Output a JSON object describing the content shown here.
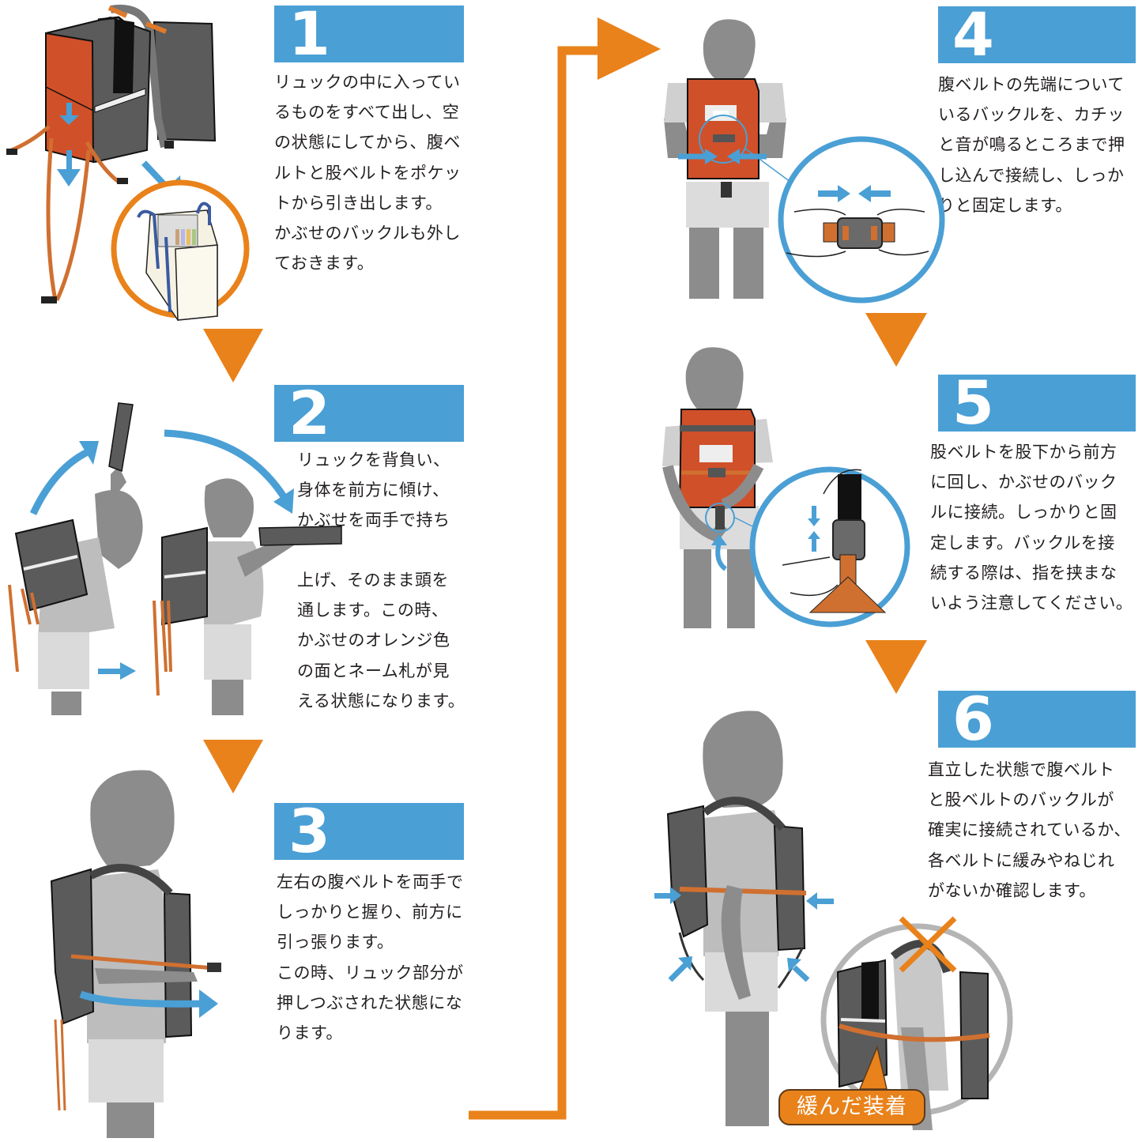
{
  "colors": {
    "header_blue": "#4a9fd5",
    "arrow_orange": "#e9821a",
    "arrow_blue": "#4a9fd5",
    "figure_gray": "#8c8c8c",
    "bag_gray": "#5b5b5b",
    "cover_red": "#d0502a"
  },
  "steps": [
    {
      "number": "1",
      "lines": [
        "リュックの中に入ってい",
        "るものをすべて出し、空",
        "の状態にしてから、腹ベ",
        "ルトと股ベルトをポケッ",
        "トから引き出します。",
        "かぶせのバックルも外し",
        "ておきます。"
      ]
    },
    {
      "number": "2",
      "lines": [
        "リュックを背負い、",
        "身体を前方に傾け、",
        "かぶせを両手で持ち"
      ],
      "lines_continued": [
        "上げ、そのまま頭を",
        "通します。この時、",
        "かぶせのオレンジ色",
        "の面とネーム札が見",
        "える状態になります。"
      ]
    },
    {
      "number": "3",
      "lines": [
        "左右の腹ベルトを両手で",
        "しっかりと握り、前方に",
        "引っ張ります。",
        "この時、リュック部分が",
        "押しつぶされた状態にな",
        "ります。"
      ]
    },
    {
      "number": "4",
      "lines": [
        "腹ベルトの先端について",
        "いるバックルを、カチッ",
        "と音が鳴るところまで押",
        "し込んで接続し、しっか",
        "りと固定します。"
      ]
    },
    {
      "number": "5",
      "lines": [
        "股ベルトを股下から前方",
        "に回し、かぶせのバック",
        "ルに接続。しっかりと固",
        "定します。バックルを接",
        "続する際は、指を挟まな",
        "いよう注意してください。"
      ]
    },
    {
      "number": "6",
      "lines": [
        "直立した状態で腹ベルト",
        "と股ベルトのバックルが",
        "確実に接続されているか、",
        "各ベルトに緩みやねじれ",
        "がないか確認します。"
      ]
    }
  ],
  "callout": {
    "label": "緩んだ装着",
    "icon": "x-mark-icon"
  }
}
